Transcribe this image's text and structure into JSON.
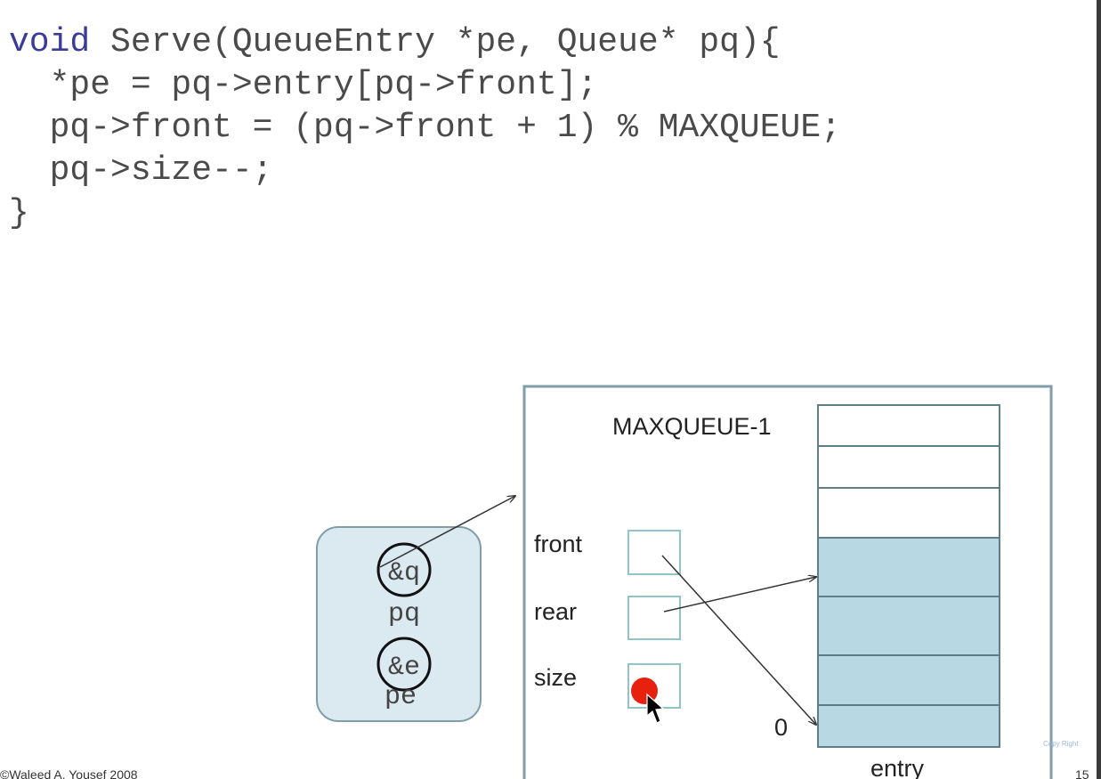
{
  "code": {
    "line1_keyword": "void",
    "line1_rest": " Serve(QueueEntry *pe, Queue* pq){",
    "line2": "  *pe = pq->entry[pq->front];",
    "line3": "  pq->front = (pq->front + 1) % MAXQUEUE;",
    "line4": "  pq->size--;",
    "line5": "}"
  },
  "diagram": {
    "maxqueue_label": "MAXQUEUE-1",
    "front_label": "front",
    "rear_label": "rear",
    "size_label": "size",
    "zero_label": "0",
    "entry_label": "entry",
    "pq_circle_label": "&q",
    "pq_label": "pq",
    "pe_circle_label": "&e",
    "pe_label": "pe",
    "entry_cells": {
      "empty_count": 3,
      "filled_count": 4
    }
  },
  "footer": {
    "author": "©Waleed A. Yousef 2008",
    "page_number": "15"
  },
  "watermark": "Copy Right",
  "colors": {
    "code_text": "#4a4a4a",
    "keyword": "#3b3b9a",
    "cell_fill": "#b8d8e3",
    "local_box_fill": "#dbe9f1",
    "box_border": "#7f9ea8",
    "pointer_dot": "#e8210f"
  }
}
